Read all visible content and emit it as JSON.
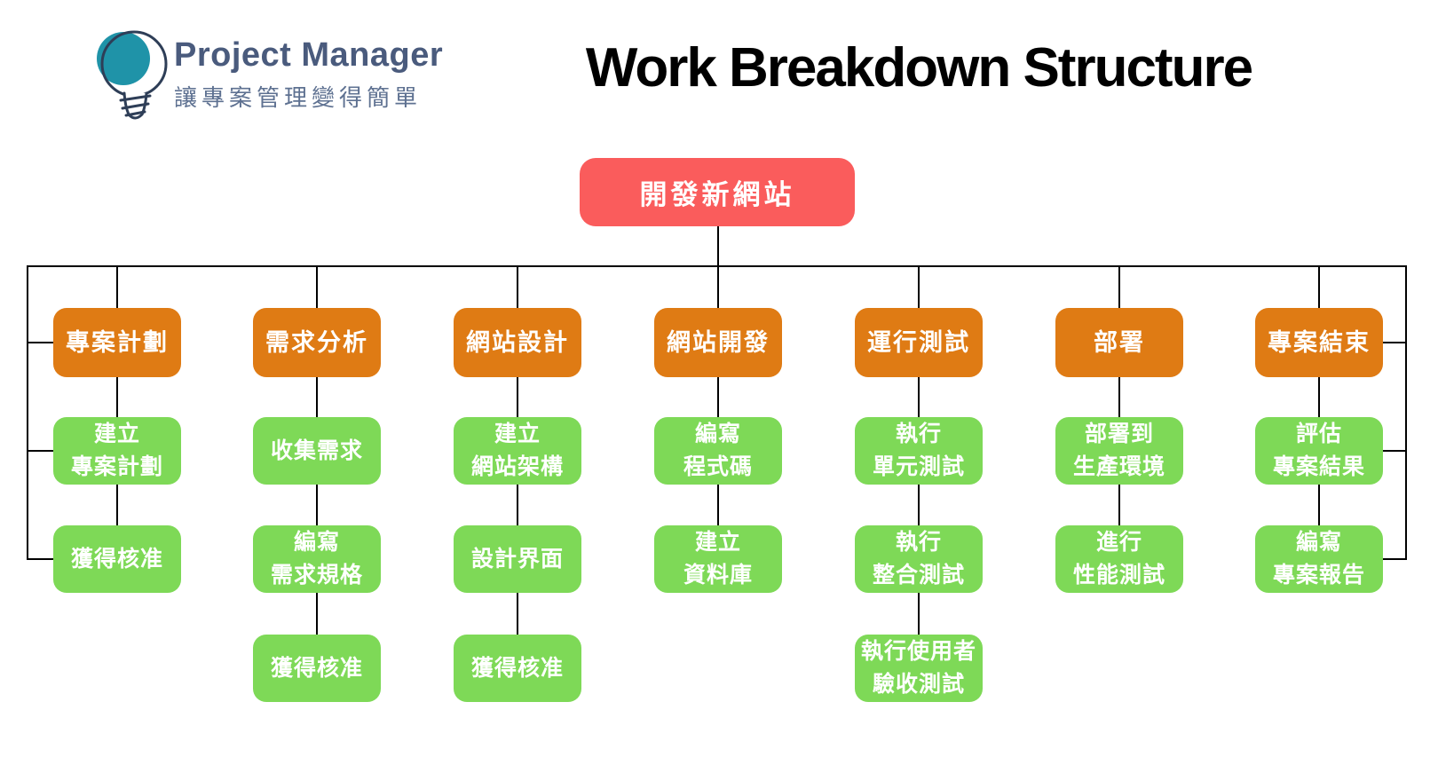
{
  "logo": {
    "brand": "Project Manager",
    "tagline": "讓專案管理變得簡單",
    "icon": "lightbulb-icon",
    "colors": {
      "brand_text": "#4a5b7d",
      "tagline_text": "#5e7191",
      "bulb_fill": "#1f93a8",
      "bulb_outline": "#2e3e57"
    }
  },
  "title": "Work Breakdown Structure",
  "tree": {
    "root": {
      "label": "開發新網站",
      "color": "#fa5c5c"
    },
    "branch_color": "#df7b14",
    "task_color": "#7ed957",
    "connector_color": "#000000",
    "branches": [
      {
        "label": "專案計劃",
        "tasks": [
          [
            "建立",
            "專案計劃"
          ],
          [
            "獲得核准"
          ]
        ]
      },
      {
        "label": "需求分析",
        "tasks": [
          [
            "收集需求"
          ],
          [
            "編寫",
            "需求規格"
          ],
          [
            "獲得核准"
          ]
        ]
      },
      {
        "label": "網站設計",
        "tasks": [
          [
            "建立",
            "網站架構"
          ],
          [
            "設計界面"
          ],
          [
            "獲得核准"
          ]
        ]
      },
      {
        "label": "網站開發",
        "tasks": [
          [
            "編寫",
            "程式碼"
          ],
          [
            "建立",
            "資料庫"
          ]
        ]
      },
      {
        "label": "運行測試",
        "tasks": [
          [
            "執行",
            "單元測試"
          ],
          [
            "執行",
            "整合測試"
          ],
          [
            "執行使用者",
            "驗收測試"
          ]
        ]
      },
      {
        "label": "部署",
        "tasks": [
          [
            "部署到",
            "生產環境"
          ],
          [
            "進行",
            "性能測試"
          ]
        ]
      },
      {
        "label": "專案結束",
        "tasks": [
          [
            "評估",
            "專案結果"
          ],
          [
            "編寫",
            "專案報告"
          ]
        ]
      }
    ]
  }
}
